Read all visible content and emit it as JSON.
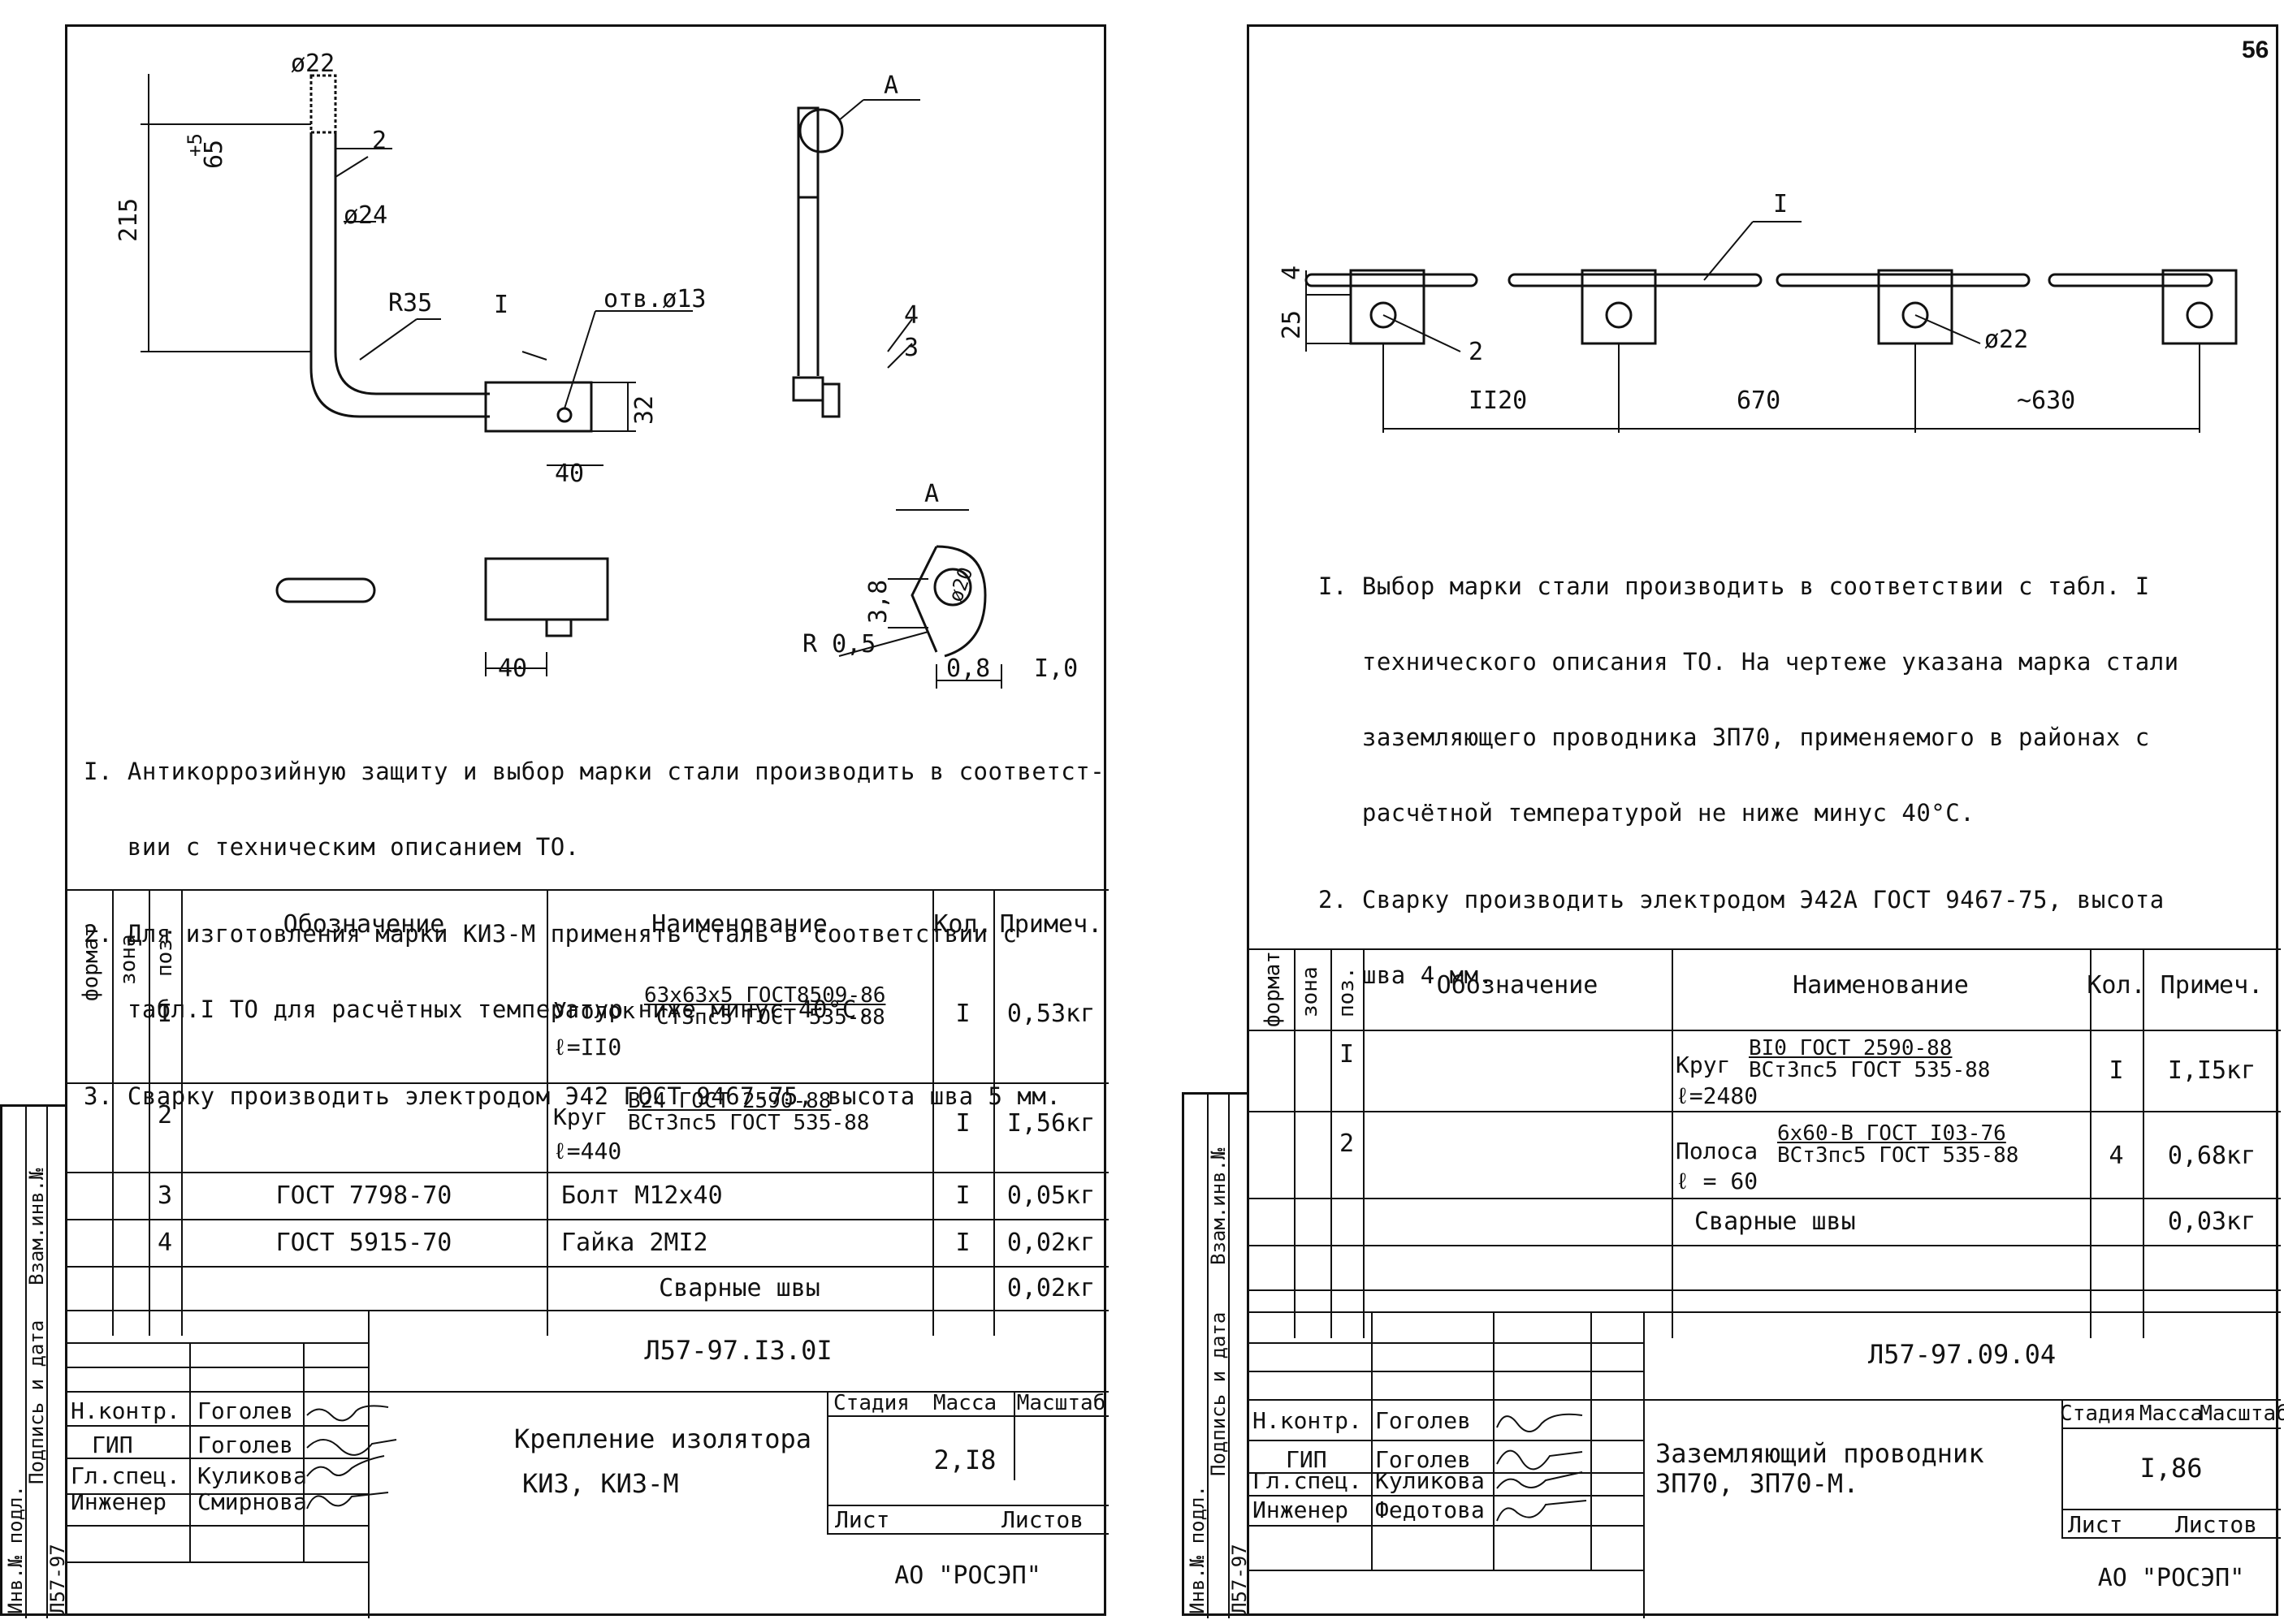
{
  "left_sheet": {
    "drawing_labels": {
      "d22": "ø22",
      "pos2": "2",
      "d24": "ø24",
      "dim215": "215",
      "dim65": "65",
      "dim5": "+5",
      "r35": "R35",
      "pos1": "I",
      "hole": "отв.ø13",
      "dim32": "32",
      "dim40": "40",
      "dim40b": "40",
      "pos4": "4",
      "pos3": "3",
      "viewA_callout": "A",
      "viewA_title": "A",
      "dim38": "3,8",
      "dim20": "ø20",
      "r05": "R 0,5",
      "dim08": "0,8",
      "dim10": "I,0"
    },
    "notes": [
      "I. Антикоррозийную защиту и выбор марки стали производить в соответст-",
      "   вии с техническим описанием ТО.",
      "2. Для изготовления марки КИЗ-М применять сталь в соответствии с",
      "   табл.I ТО для расчётных температур ниже минус 40°С.",
      "3. Сварку производить электродом Э42 ГОСТ 9467-75, высота шва 5 мм."
    ],
    "table": {
      "headers": {
        "format": "формат",
        "zone": "зона",
        "pos": "поз.",
        "designation": "Обозначение",
        "name": "Наименование",
        "qty": "Кол.",
        "note": "Примеч."
      },
      "rows": [
        {
          "pos": "I",
          "designation": "",
          "name_prefix": "Уголок",
          "name_top": "63x63x5 ГОСТ8509-86",
          "name_bottom": "Ст3пс5 ГОСТ 535-88",
          "name_extra": "ℓ=II0",
          "qty": "I",
          "note": "0,53кг"
        },
        {
          "pos": "2",
          "designation": "",
          "name_prefix": "Круг",
          "name_top": "В24 ГОСТ 2590-88",
          "name_bottom": "ВСт3пс5 ГОСТ 535-88",
          "name_extra": "ℓ=440",
          "qty": "I",
          "note": "I,56кг"
        },
        {
          "pos": "3",
          "designation": "ГОСТ 7798-70",
          "name": "Болт М12x40",
          "qty": "I",
          "note": "0,05кг"
        },
        {
          "pos": "4",
          "designation": "ГОСТ 5915-70",
          "name": "Гайка 2МI2",
          "qty": "I",
          "note": "0,02кг"
        },
        {
          "pos": "",
          "designation": "",
          "name": "Сварные швы",
          "qty": "",
          "note": "0,02кг"
        }
      ]
    },
    "title_block": {
      "doc_code": "Л57-97.I3.0I",
      "roles": [
        "Н.контр.",
        "ГИП",
        "Гл.спец.",
        "Инженер"
      ],
      "names": [
        "Гоголев",
        "Гоголев",
        "Куликова",
        "Смирнова"
      ],
      "title_line1": "Крепление изолятора",
      "title_line2": "КИЗ, КИЗ-М",
      "stage_label": "Стадия",
      "mass_label": "Масса",
      "scale_label": "Масштаб",
      "mass_value": "2,I8",
      "sheet_label": "Лист",
      "sheets_label": "Листов",
      "company": "АО \"РОСЭП\""
    },
    "side_stamp": {
      "col1": "Инв.№ подл.",
      "col2": "Подпись и дата",
      "col3": "Взам.инв.№",
      "code": "Л57-97"
    }
  },
  "right_sheet": {
    "page_number": "56",
    "drawing_labels": {
      "pos1": "I",
      "dim4": "4",
      "dim25": "25",
      "pos2": "2",
      "d22": "ø22",
      "dim1120": "II20",
      "dim670": "670",
      "dim630": "~630"
    },
    "notes": [
      "I. Выбор марки стали производить в соответствии с табл. I",
      "   технического описания ТО. На чертеже указана марка стали",
      "   заземляющего проводника ЗП70, применяемого в районах с",
      "   расчётной температурой не ниже минус 40°С.",
      "2. Сварку производить электродом Э42А ГОСТ 9467-75, высота",
      "   шва 4 мм."
    ],
    "table": {
      "headers": {
        "format": "формат",
        "zone": "зона",
        "pos": "поз.",
        "designation": "Обозначение",
        "name": "Наименование",
        "qty": "Кол.",
        "note": "Примеч."
      },
      "rows": [
        {
          "pos": "I",
          "designation": "",
          "name_prefix": "Круг",
          "name_top": "ВI0 ГОСТ 2590-88",
          "name_bottom": "ВСт3пс5 ГОСТ 535-88",
          "name_extra": "ℓ=2480",
          "qty": "I",
          "note": "I,I5кг"
        },
        {
          "pos": "2",
          "designation": "",
          "name_prefix": "Полоса",
          "name_top": "6x60-В ГОСТ I03-76",
          "name_bottom": "ВСт3пс5 ГОСТ 535-88",
          "name_extra": "ℓ = 60",
          "qty": "4",
          "note": "0,68кг"
        },
        {
          "pos": "",
          "designation": "",
          "name": "Сварные швы",
          "qty": "",
          "note": "0,03кг"
        }
      ]
    },
    "title_block": {
      "doc_code": "Л57-97.09.04",
      "roles": [
        "Н.контр.",
        "ГИП",
        "Гл.спец.",
        "Инженер"
      ],
      "names": [
        "Гоголев",
        "Гоголев",
        "Куликова",
        "Федотова"
      ],
      "title_line1": "Заземляющий проводник",
      "title_line2": "ЗП70, ЗП70-М.",
      "stage_label": "Стадия",
      "mass_label": "Масса",
      "scale_label": "Масштаб",
      "mass_value": "I,86",
      "sheet_label": "Лист",
      "sheets_label": "Листов",
      "company": "АО \"РОСЭП\""
    },
    "side_stamp": {
      "col1": "Инв.№ подл.",
      "col2": "Подпись и дата",
      "col3": "Взам.инв.№",
      "code": "Л57-97"
    }
  }
}
